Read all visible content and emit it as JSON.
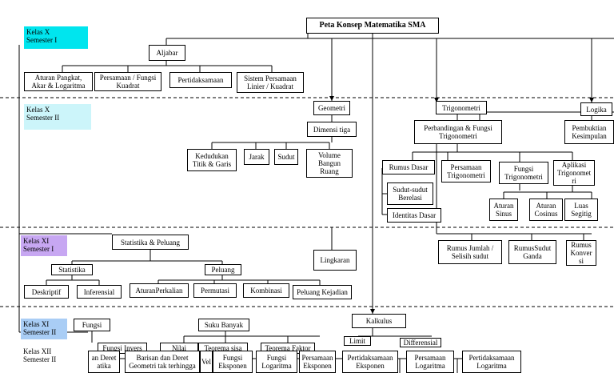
{
  "title": "Peta Konsep Matematika SMA",
  "semesters": {
    "x1": "Kelas X\nSemester I",
    "x2": "Kelas X\nSemester II",
    "xi1": "Kelas XI\nSemester I",
    "xi2": "Kelas XI\nSemester II",
    "xii2": "Kelas XII\nSemester II"
  },
  "nodes": {
    "aljabar": "Aljabar",
    "aturan_pangkat": "Aturan Pangkat,\nAkar & Logaritma",
    "persamaan_fungsi_kuadrat": "Persamaan / Fungsi\nKuadrat",
    "pertidaksamaan": "Pertidaksamaan",
    "sistem_persamaan": "Sistem Persamaan\nLinier / Kuadrat",
    "geometri": "Geometri",
    "dimensi_tiga": "Dimensi tiga",
    "kedudukan": "Kedudukan\nTitik & Garis",
    "jarak": "Jarak",
    "sudut": "Sudut",
    "volume": "Volume\nBangun Ruang",
    "trigonometri": "Trigonometri",
    "logika": "Logika",
    "perbandingan": "Perbandingan & Fungsi\nTrigonometri",
    "pembuktian": "Pembuktian\nKesimpulan",
    "rumus_dasar": "Rumus Dasar",
    "persamaan_trig": "Persamaan\nTrigonometri",
    "fungsi_trig": "Fungsi\nTrigonometri",
    "aplikasi_trig": "Aplikasi\nTrigonomet\nri",
    "sudut_berelasi": "Sudut-sudut\nBerelasi",
    "identitas_dasar": "Identitas Dasar",
    "aturan_sinus": "Aturan\nSinus",
    "aturan_cosinus": "Aturan\nCosinus",
    "luas_segitig": "Luas\nSegitig",
    "statistika_peluang": "Statistika & Peluang",
    "lingkaran": "Lingkaran",
    "rumus_jumlah": "Rumus Jumlah /\nSelisih sudut",
    "rumus_sudut_ganda": "RumusSudut\nGanda",
    "rumus_konversi": "Rumus\nKonver\nsi",
    "statistika": "Statistika",
    "peluang": "Peluang",
    "deskriptif": "Deskriptif",
    "inferensial": "Inferensial",
    "aturan_perkalian": "AturanPerkalian",
    "permutasi": "Permutasi",
    "kombinasi": "Kombinasi",
    "peluang_kejadian": "Peluang Kejadian",
    "kalkulus": "Kalkulus",
    "fungsi": "Fungsi",
    "suku_banyak": "Suku Banyak",
    "fungsi_invers": "Fungsi Invers",
    "nilai": "Nilai",
    "teorema_sisa": "Teorema sisa",
    "teorema_faktor": "Teorema Faktor",
    "limit": "Limit",
    "diferensial": "Differensial",
    "deret_aritmatika": "an Deret\natika",
    "barisan_deret_geometri": "Barisan dan Deret\nGeometri tak terhingga",
    "fungsi_eksponen": "Fungsi\nEksponen",
    "fungsi_logaritma": "Fungsi\nLogaritma",
    "persamaan_eksponen": "Persamaan\nEksponen",
    "pertidaksamaan_eksponen": "Pertidaksamaan\nEksponen",
    "persamaan_logaritma": "Persamaan\nLogaritma",
    "pertidaksamaan_logaritma": "Pertidaksamaan\nLogaritma",
    "vektor_fragment": "Vel"
  }
}
